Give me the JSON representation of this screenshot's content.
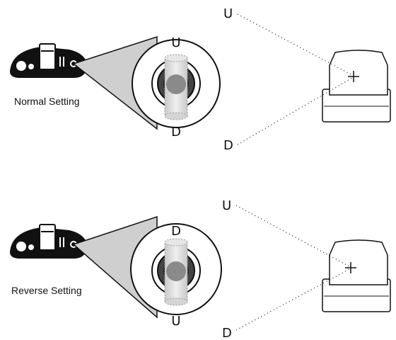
{
  "normal": {
    "caption": "Normal Setting",
    "lens_top": "U",
    "lens_bottom": "D",
    "screen_top": "U",
    "screen_bottom": "D"
  },
  "reverse": {
    "caption": "Reverse Setting",
    "lens_top": "D",
    "lens_bottom": "U",
    "screen_top": "U",
    "screen_bottom": "D"
  },
  "colors": {
    "ink": "#111111",
    "cone": "#cfcfcf",
    "rod": "#d9d9d9",
    "ball": "#8a8a8a"
  },
  "icons": {
    "controller": "remote-controller-icon",
    "monitor": "monitor-icon",
    "crosshair": "crosshair-icon"
  }
}
